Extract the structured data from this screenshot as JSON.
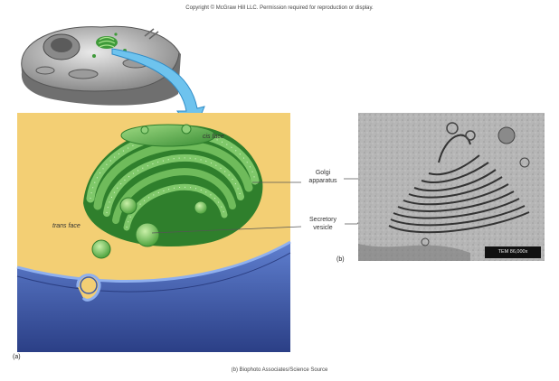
{
  "copyright": "Copyright © McGraw Hill LLC. Permission required for reproduction or display.",
  "labels": {
    "cis_face": "cis face",
    "trans_face": "trans face",
    "golgi_apparatus": "Golgi apparatus",
    "secretory_vesicle": "Secretory vesicle",
    "panel_a": "(a)",
    "panel_b": "(b)",
    "tem": "TEM 86,000x"
  },
  "credit": "(b) Biophoto Associates/Science Source",
  "colors": {
    "cytoplasm": "#f3cf74",
    "membrane": "#3d5aa8",
    "golgi_green": "#3f9a3a",
    "golgi_light": "#8fd07a",
    "arrow": "#6ec3ee"
  }
}
